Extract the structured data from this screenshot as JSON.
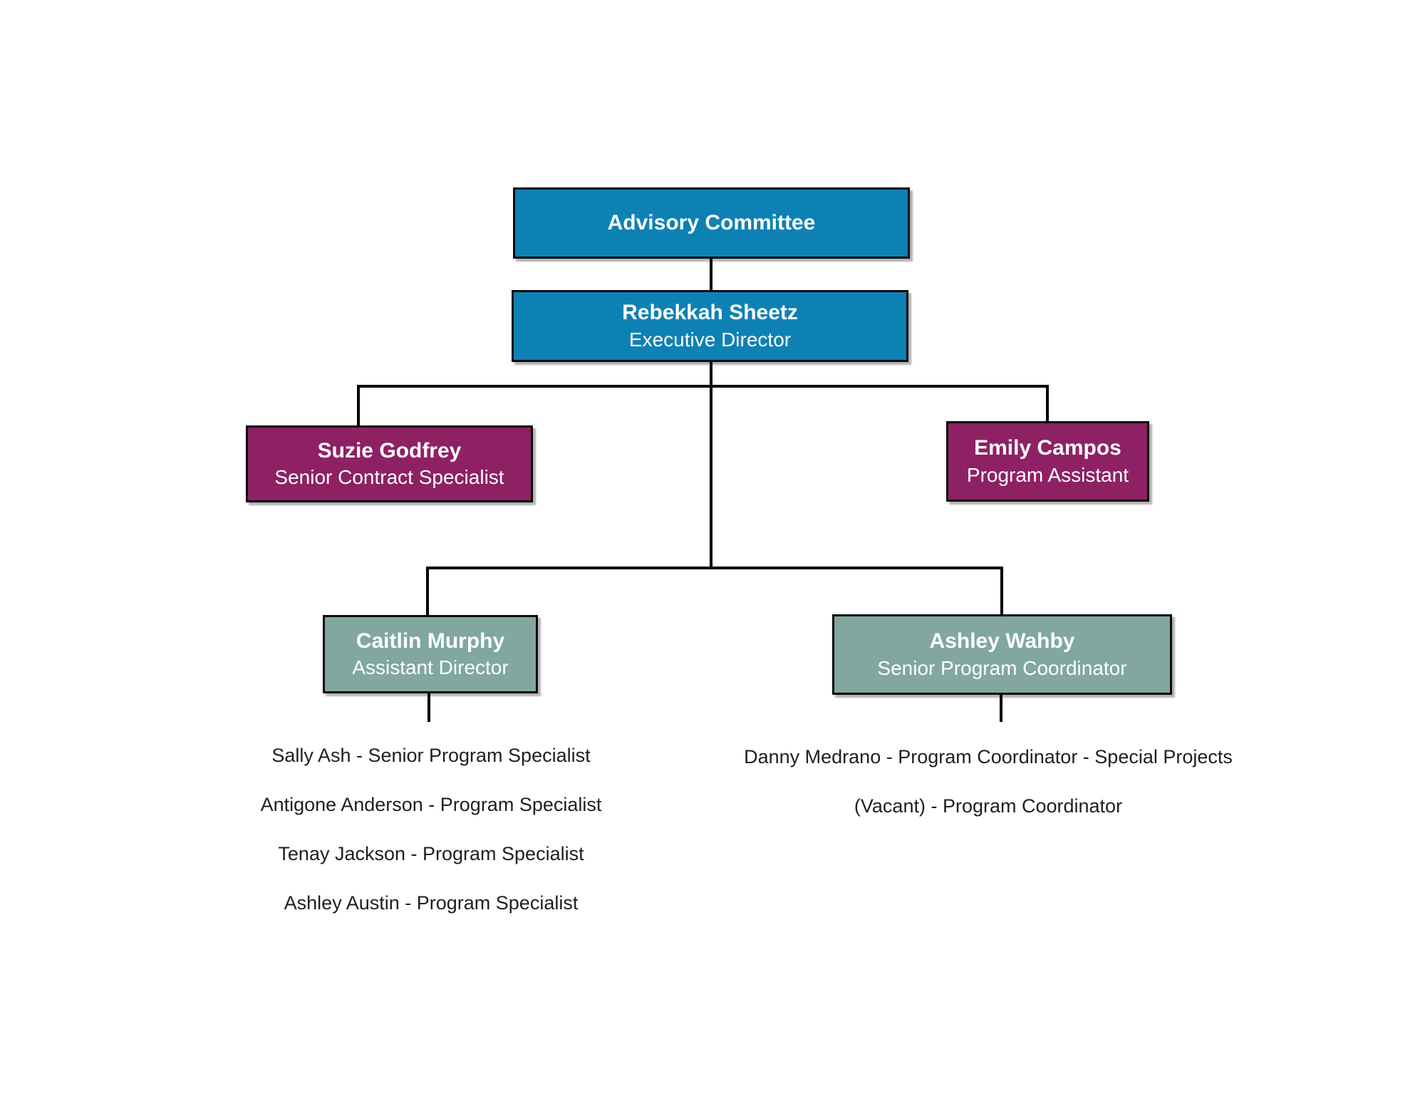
{
  "colors": {
    "blue": "#0e81b4",
    "purple": "#8e2164",
    "sage": "#81a7a0",
    "line": "#000000",
    "text_dark": "#1f1f1f",
    "box_text": "#ffffff"
  },
  "org": {
    "root": {
      "title": "Advisory Committee"
    },
    "director": {
      "name": "Rebekkah Sheetz",
      "title": "Executive Director"
    },
    "side_left": {
      "name": "Suzie Godfrey",
      "title": "Senior Contract Specialist"
    },
    "side_right": {
      "name": "Emily Campos",
      "title": "Program Assistant"
    },
    "managers": [
      {
        "name": "Caitlin Murphy",
        "title": "Assistant Director",
        "reports": [
          "Sally Ash - Senior Program Specialist",
          "Antigone Anderson - Program Specialist",
          "Tenay Jackson - Program Specialist",
          "Ashley Austin - Program Specialist"
        ]
      },
      {
        "name": "Ashley Wahby",
        "title": "Senior Program Coordinator",
        "reports": [
          "Danny Medrano - Program Coordinator - Special Projects",
          "(Vacant) - Program Coordinator"
        ]
      }
    ]
  }
}
